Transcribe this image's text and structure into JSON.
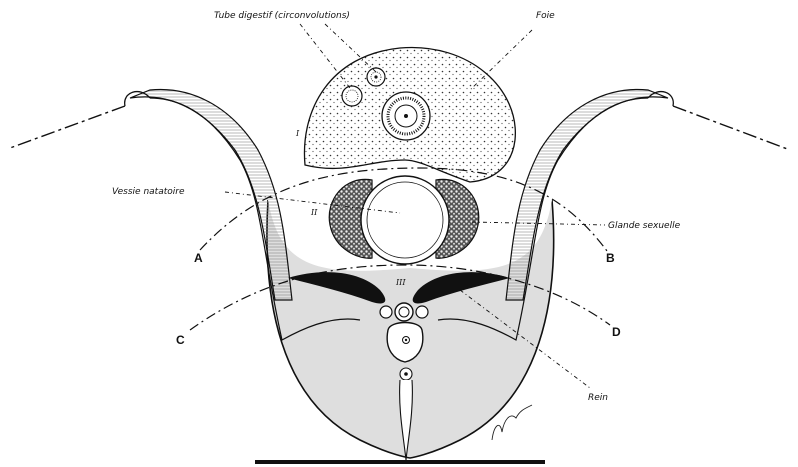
{
  "labels": {
    "tube_digestif": "Tube digestif (circonvolutions)",
    "foie": "Foie",
    "vessie_natatoire": "Vessie natatoire",
    "glande_sexuelle": "Glande sexuelle",
    "rein": "Rein",
    "letter_a": "A",
    "letter_b": "B",
    "letter_c": "C",
    "letter_d": "D",
    "roman_1": "I",
    "roman_2": "II",
    "roman_3": "III"
  },
  "colors": {
    "ink": "#111111",
    "shade_light": "#dcdcdc",
    "shade_mid": "#c8c8c8",
    "paper": "#ffffff"
  }
}
